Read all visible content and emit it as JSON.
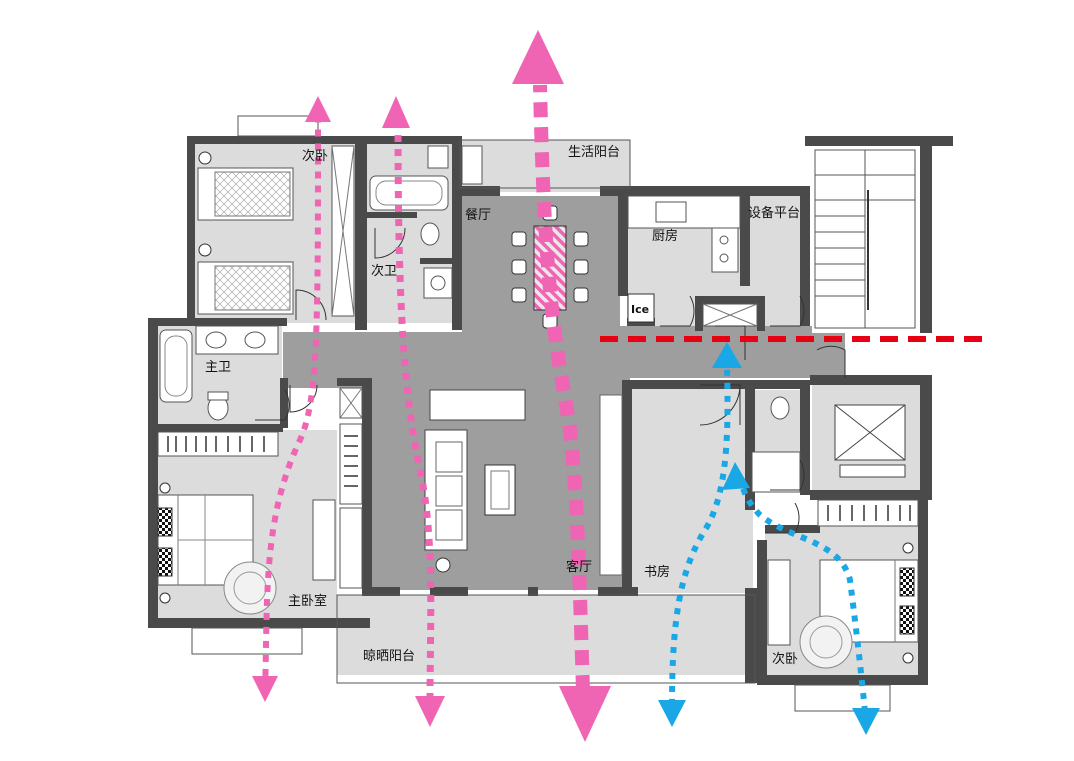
{
  "rooms": {
    "second_bedroom_top": "次卧",
    "second_bathroom": "次卫",
    "dining_room": "餐厅",
    "utility_balcony": "生活阳台",
    "kitchen": "厨房",
    "equipment_platform": "设备平台",
    "master_bathroom": "主卫",
    "master_bedroom": "主卧室",
    "living_room": "客厅",
    "study": "书房",
    "second_bedroom_right": "次卧",
    "drying_balcony": "晾晒阳台"
  },
  "fixtures": {
    "fridge_label": "Ice"
  },
  "colors": {
    "wall": "#4a4a4a",
    "public_zone": "#9e9e9e",
    "private_zone": "#dcdcdc",
    "ventilation_arrow": "#f064b4",
    "circulation_arrow": "#1aa7e6",
    "partition_line": "#e60012"
  }
}
